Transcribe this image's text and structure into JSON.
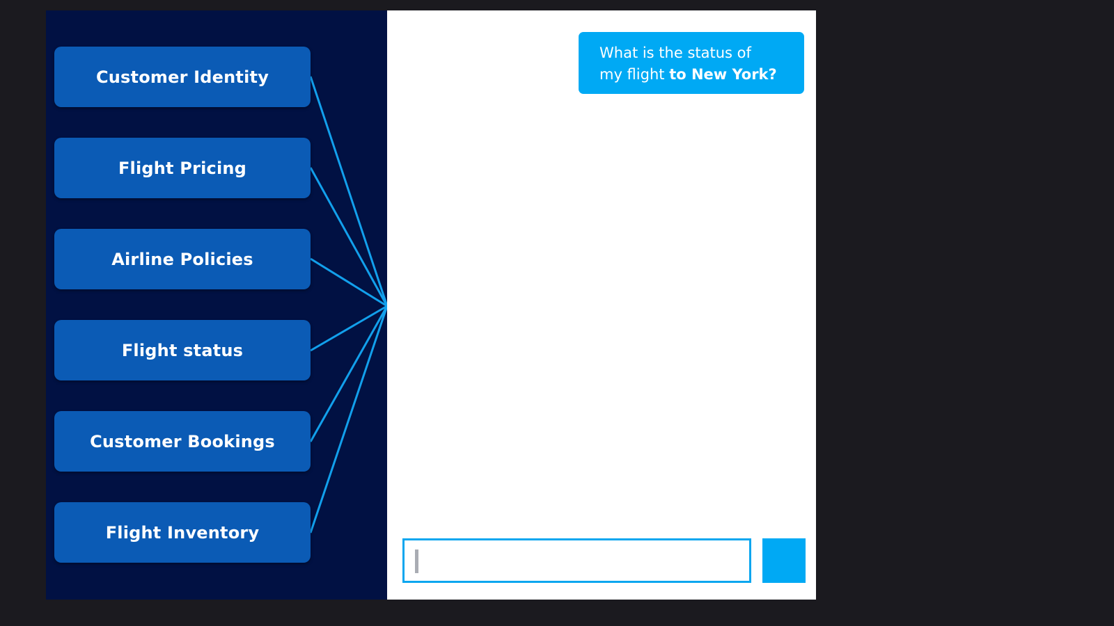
{
  "services": [
    {
      "label": "Customer Identity"
    },
    {
      "label": "Flight Pricing"
    },
    {
      "label": "Airline Policies"
    },
    {
      "label": "Flight status"
    },
    {
      "label": "Customer Bookings"
    },
    {
      "label": "Flight Inventory"
    }
  ],
  "chat": {
    "message_line1": "What is the status of",
    "message_line2_plain": "my flight",
    "message_line2_bold": "to New York?",
    "input_value": ""
  },
  "colors": {
    "background": "#1b1a1f",
    "panel": "#011143",
    "service_box": "#0b5bb5",
    "connector": "#12a0ec",
    "accent": "#00a9f4",
    "chat_panel": "#ffffff"
  }
}
